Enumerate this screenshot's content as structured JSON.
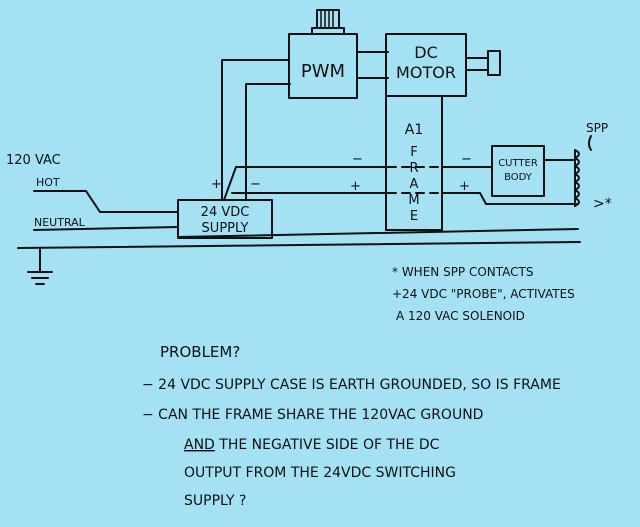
{
  "colors": {
    "paper": "#a3e1f3",
    "ink": "#111111"
  },
  "blocks": {
    "pwm": "PWM",
    "dc_motor_line1": "DC",
    "dc_motor_line2": "MOTOR",
    "frame_line1": "A1",
    "frame_letters": [
      "F",
      "R",
      "A",
      "M",
      "E"
    ],
    "cutter_line1": "CUTTER",
    "cutter_line2": "BODY",
    "supply_line1": "24 VDC",
    "supply_line2": "SUPPLY"
  },
  "labels": {
    "supply_voltage": "120 VAC",
    "hot": "HOT",
    "neutral": "NEUTRAL",
    "spp": "SPP",
    "spp_contact_mark": ">*"
  },
  "polarity": {
    "supply_plus": "+",
    "supply_minus": "−",
    "frame_minus": "−",
    "frame_plus": "+",
    "cutter_minus": "−",
    "cutter_plus": "+"
  },
  "footnote": {
    "line1": "* WHEN SPP CONTACTS",
    "line2": "+24 VDC \"PROBE\", ACTIVATES",
    "line3": "A 120 VAC SOLENOID"
  },
  "problem": {
    "heading": "PROBLEM?",
    "item1": "− 24 VDC SUPPLY CASE IS EARTH GROUNDED, SO IS FRAME",
    "item2_line1": "− CAN THE FRAME SHARE THE 120VAC GROUND",
    "item2_line2_emph": "AND",
    "item2_line2_rest": " THE NEGATIVE SIDE OF THE  DC",
    "item2_line3": "OUTPUT FROM THE 24VDC SWITCHING",
    "item2_line4": "SUPPLY ?"
  }
}
